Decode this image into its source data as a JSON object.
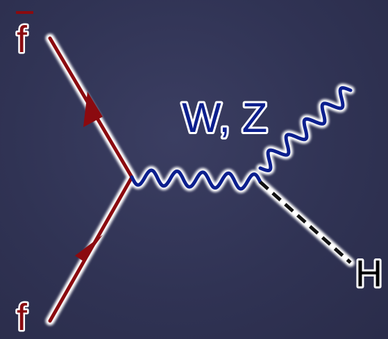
{
  "diagram": {
    "type": "feynman",
    "labels": {
      "antifermion": "f",
      "fermion": "f",
      "boson": "W, Z",
      "higgs": "H"
    },
    "colors": {
      "background": "#323556",
      "fermion_line": "#8b0a0f",
      "boson_line": "#0c1f8e",
      "scalar_line": "#111111",
      "halo": "#ffffff",
      "boson_label": "#0c1f8e",
      "fermion_label": "#8b0a0f",
      "higgs_label": "#000000"
    },
    "antifermion_bar": true
  }
}
